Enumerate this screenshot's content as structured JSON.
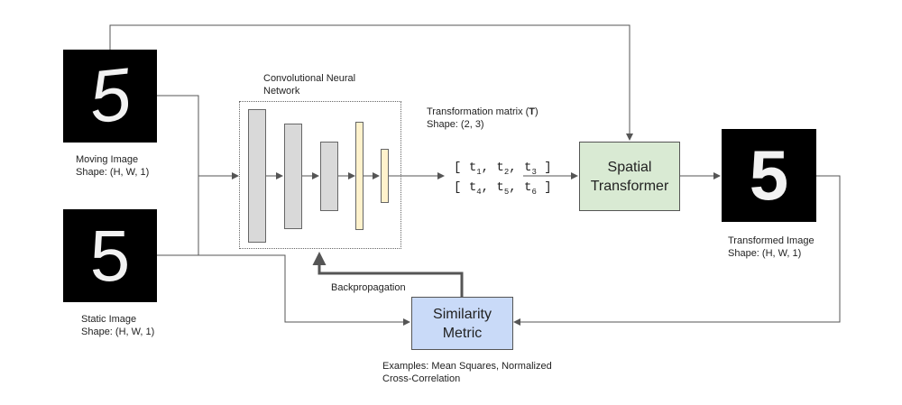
{
  "moving_image": {
    "digit": "5",
    "label_line1": "Moving Image",
    "label_line2": "Shape: (H, W, 1)"
  },
  "static_image": {
    "digit": "5",
    "label_line1": "Static Image",
    "label_line2": "Shape: (H, W, 1)"
  },
  "transformed_image": {
    "digit": "5",
    "label_line1": "Transformed Image",
    "label_line2": "Shape: (H, W, 1)"
  },
  "cnn": {
    "label_line1": "Convolutional Neural",
    "label_line2": "Network"
  },
  "matrix": {
    "title_prefix": "Transformation matrix (",
    "title_bold": "T",
    "title_suffix": ")",
    "shape": "Shape: (2, 3)",
    "row1": {
      "open": "[ ",
      "t1": "t",
      "s1": "1",
      "t2": ", t",
      "s2": "2",
      "t3": ", t",
      "s3": "3",
      "close": " ]"
    },
    "row2": {
      "open": "[ ",
      "t1": "t",
      "s1": "4",
      "t2": ", t",
      "s2": "5",
      "t3": ", t",
      "s3": "6",
      "close": " ]"
    }
  },
  "spatial_transformer": {
    "line1": "Spatial",
    "line2": "Transformer",
    "color": "#d9ead3"
  },
  "similarity_metric": {
    "line1": "Similarity",
    "line2": "Metric",
    "color": "#c9daf8"
  },
  "backprop_label": "Backpropagation",
  "examples": {
    "line1": "Examples: Mean Squares, Normalized",
    "line2": "Cross-Correlation"
  },
  "colors": {
    "conv_layer": "#d9d9d9",
    "dense_layer": "#fff2cc",
    "arrow": "#555555"
  }
}
